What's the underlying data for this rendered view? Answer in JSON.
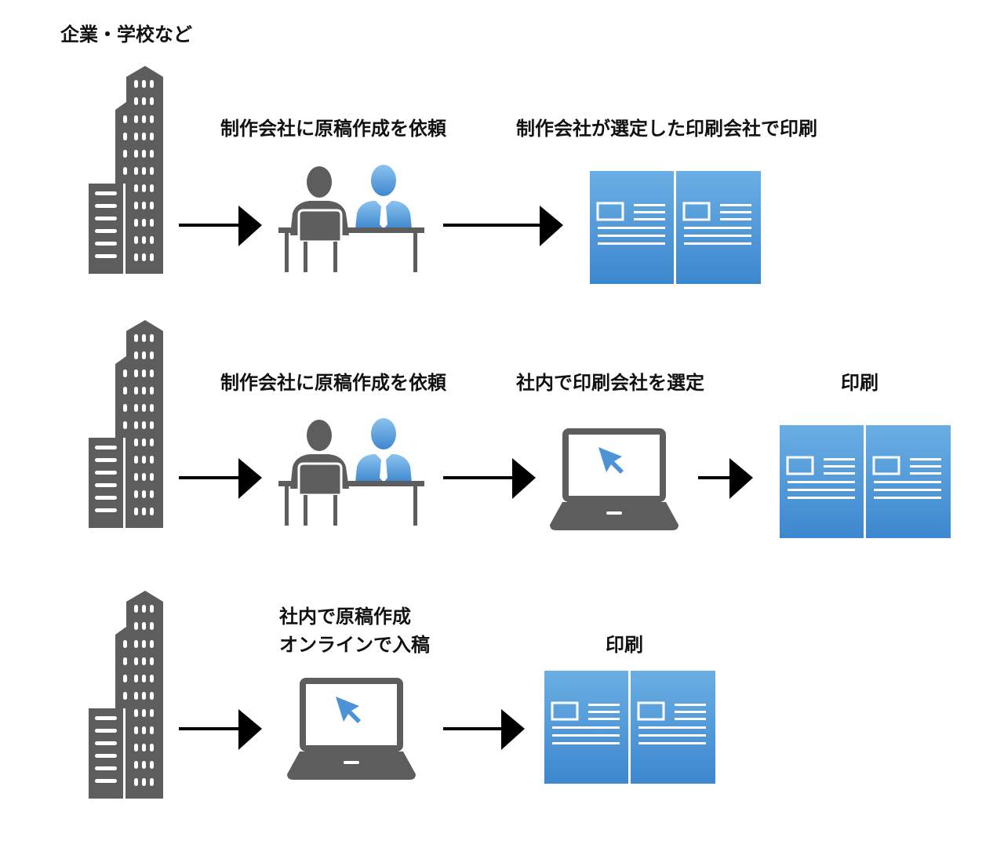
{
  "header": {
    "title": "企業・学校など"
  },
  "colors": {
    "gray": "#5d5d5d",
    "blue_top": "#6aaee3",
    "blue_bottom": "#3d87cf",
    "arrow": "#000000"
  },
  "rows": [
    {
      "step1_label": "制作会社に原稿作成を依頼",
      "step2_label": "制作会社が選定した印刷会社で印刷"
    },
    {
      "step1_label": "制作会社に原稿作成を依頼",
      "step2_label": "社内で印刷会社を選定",
      "step3_label": "印刷"
    },
    {
      "step1_line1": "社内で原稿作成",
      "step1_line2": "オンラインで入稿",
      "step2_label": "印刷"
    }
  ],
  "icons": {
    "building": "building-icon",
    "meeting": "meeting-icon",
    "laptop": "laptop-icon",
    "brochure": "brochure-icon",
    "arrow": "arrow-right-icon"
  }
}
